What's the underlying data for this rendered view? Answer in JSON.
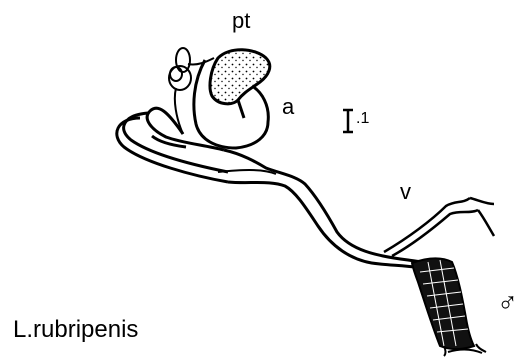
{
  "labels": {
    "prostate": "pt",
    "atrium": "a",
    "scale": ".1",
    "vas": "v",
    "species": "L.rubripenis",
    "sex_symbol": "♂"
  },
  "colors": {
    "ink": "#000000",
    "paper": "#ffffff"
  },
  "scale_bar_value": 0.1
}
